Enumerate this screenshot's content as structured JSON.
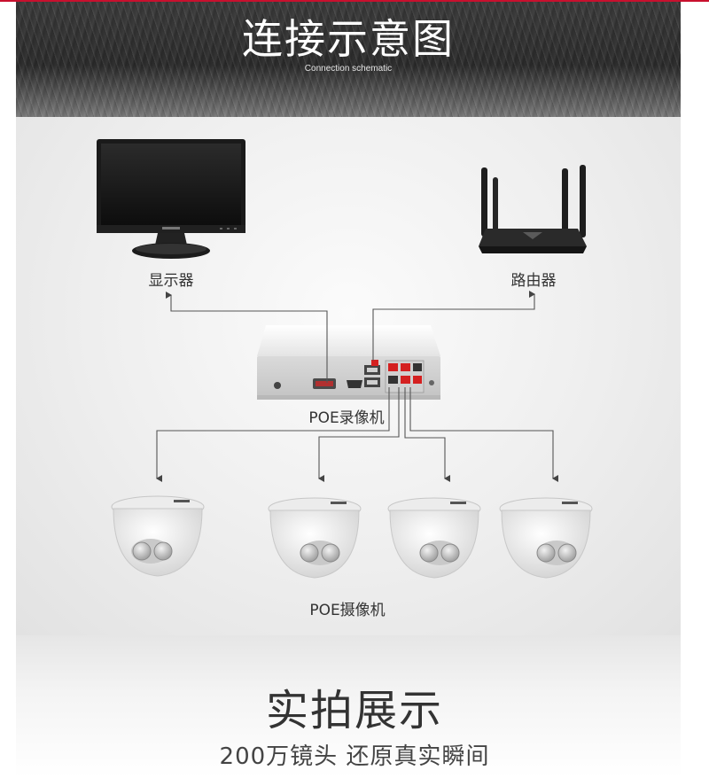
{
  "header": {
    "title": "连接示意图",
    "subtitle": "Connection schematic"
  },
  "devices": {
    "monitor": {
      "label": "显示器",
      "icon": "monitor-icon"
    },
    "router": {
      "label": "路由器",
      "icon": "router-icon"
    },
    "nvr": {
      "label": "POE录像机",
      "icon": "nvr-icon"
    },
    "cameras": {
      "label": "POE摄像机",
      "icon": "dome-camera-icon"
    }
  },
  "showcase": {
    "title": "实拍展示",
    "subtitle": "200万镜头 还原真实瞬间"
  },
  "colors": {
    "accent": "#c8102e",
    "port_red": "#d42020",
    "line": "#555555"
  }
}
